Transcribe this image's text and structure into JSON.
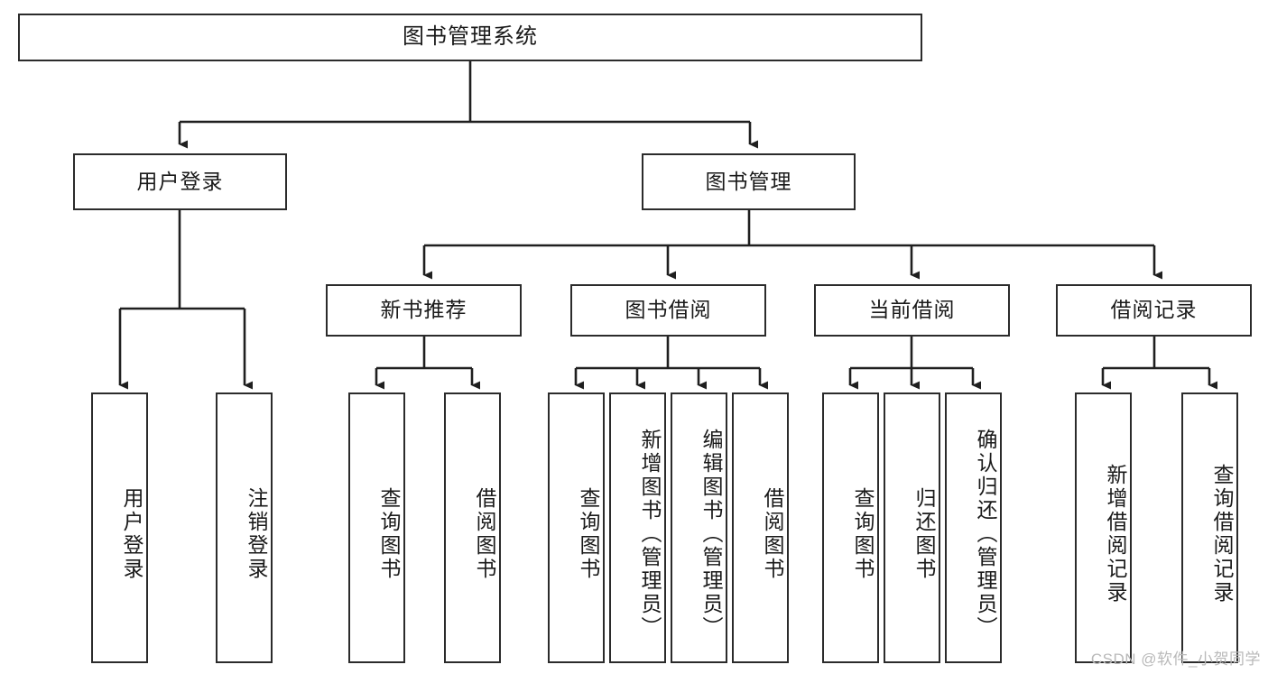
{
  "diagram": {
    "title": "图书管理系统",
    "type": "tree-hierarchy",
    "watermark": "CSDN @软件_小贺同学",
    "colors": {
      "box_border": "#2b2b2b",
      "box_fill": "#ffffff",
      "connector": "#1f1f1f",
      "text": "#1a1a1a",
      "watermark": "#b9b9b9"
    },
    "levels": {
      "root": "图书管理系统",
      "level2": [
        "用户登录",
        "图书管理"
      ],
      "level3": [
        "新书推荐",
        "图书借阅",
        "当前借阅",
        "借阅记录"
      ]
    },
    "nodes": {
      "root": {
        "label": "图书管理系统"
      },
      "user_login": {
        "label": "用户登录"
      },
      "book_manage": {
        "label": "图书管理"
      },
      "new_book_rec": {
        "label": "新书推荐"
      },
      "book_borrow": {
        "label": "图书借阅"
      },
      "current_borrow": {
        "label": "当前借阅"
      },
      "borrow_record": {
        "label": "借阅记录"
      }
    },
    "leaves": {
      "user_login": [
        {
          "label": "用户登录"
        },
        {
          "label": "注销登录"
        }
      ],
      "new_book_rec": [
        {
          "label": "查询图书"
        },
        {
          "label": "借阅图书"
        }
      ],
      "book_borrow": [
        {
          "label": "查询图书"
        },
        {
          "label": "新增图书（管理员）"
        },
        {
          "label": "编辑图书（管理员）"
        },
        {
          "label": "借阅图书"
        }
      ],
      "current_borrow": [
        {
          "label": "查询图书"
        },
        {
          "label": "归还图书"
        },
        {
          "label": "确认归还（管理员）"
        }
      ],
      "borrow_record": [
        {
          "label": "新增借阅记录"
        },
        {
          "label": "查询借阅记录"
        }
      ]
    }
  }
}
